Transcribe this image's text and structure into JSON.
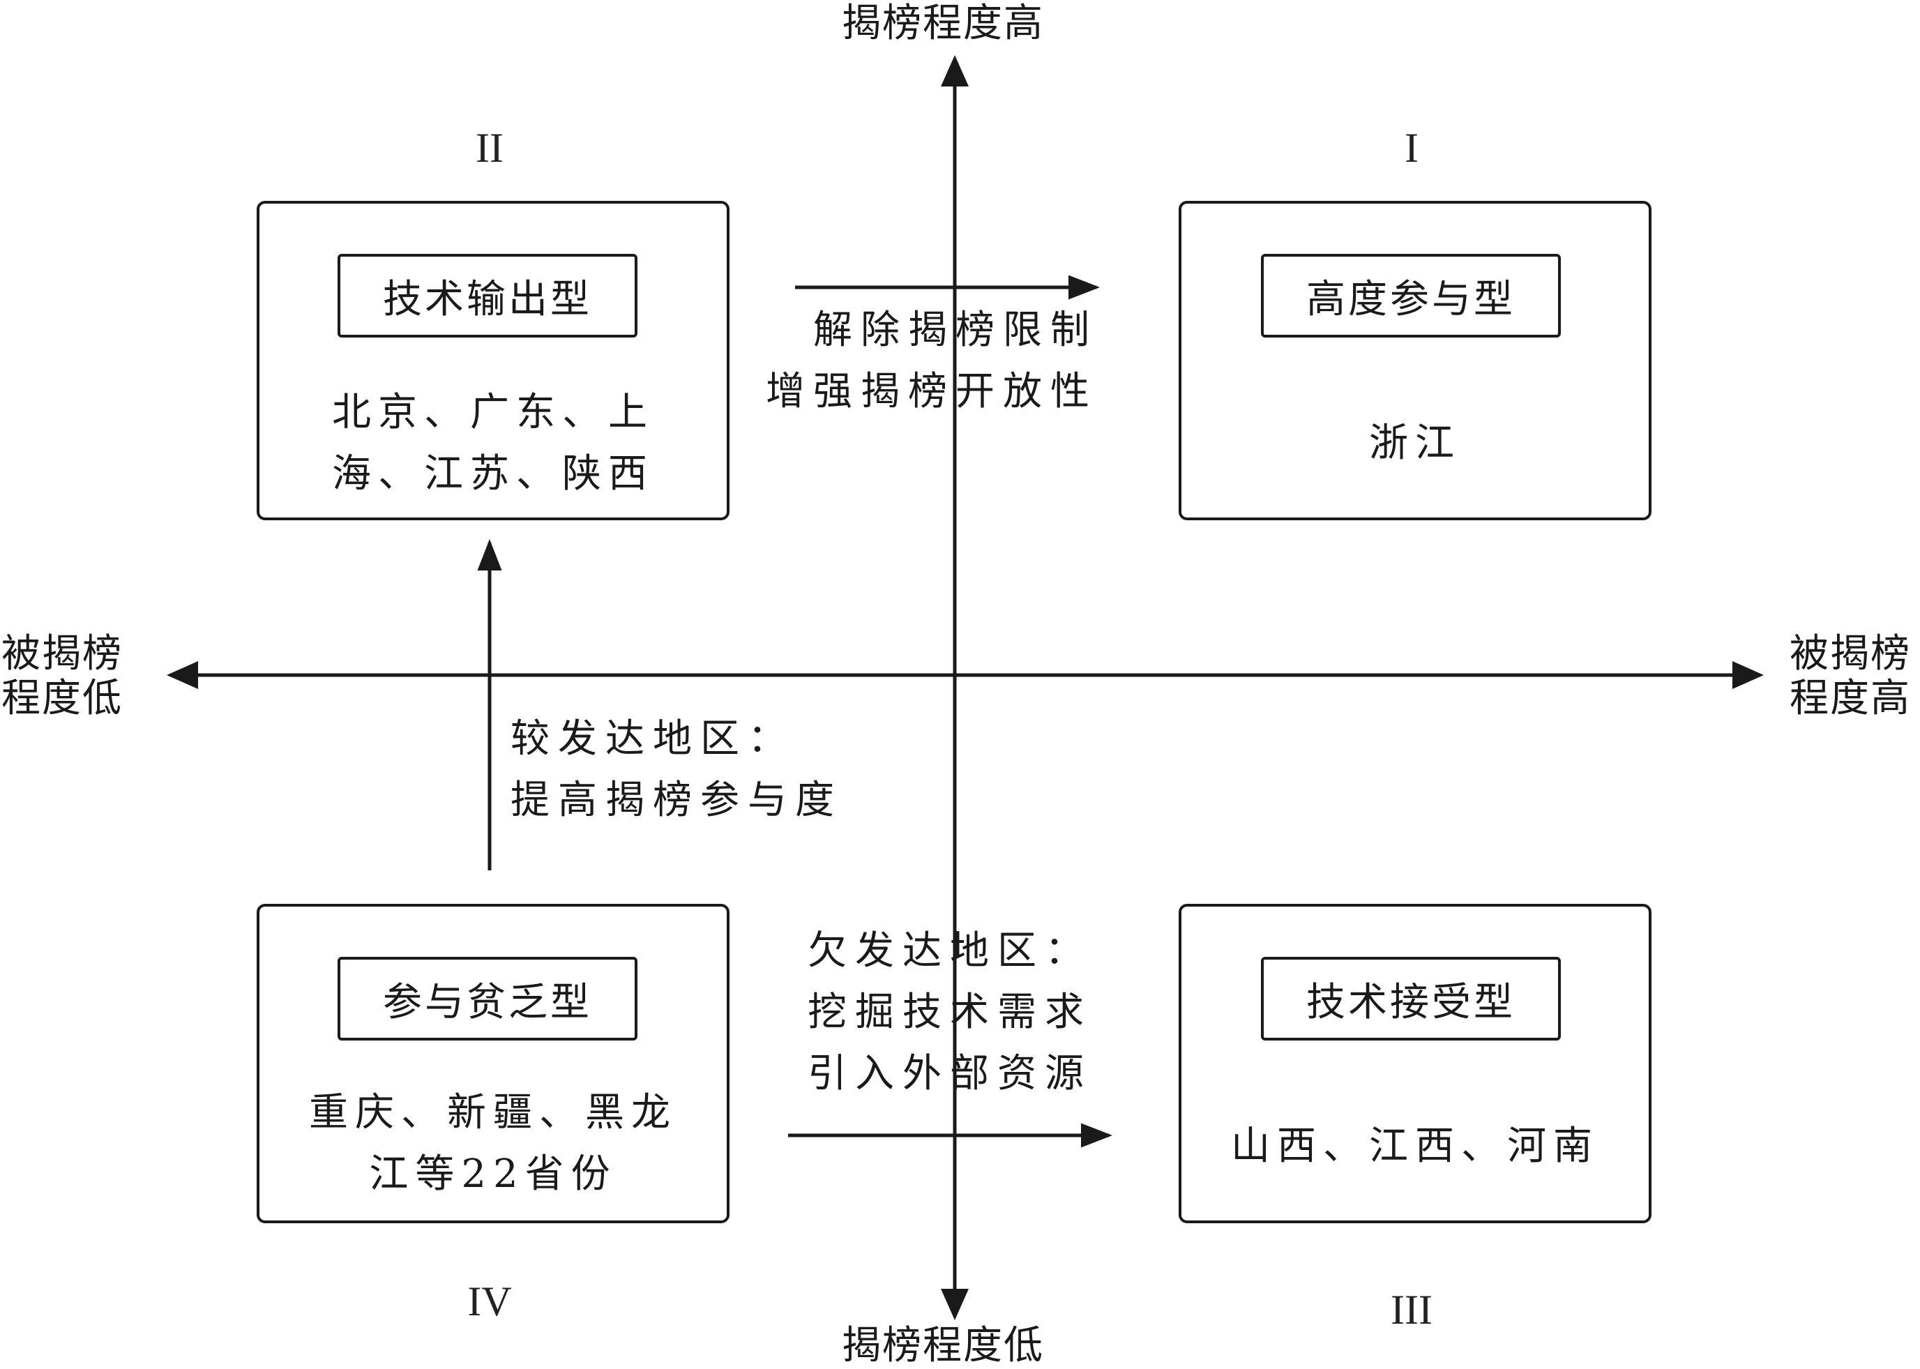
{
  "axes": {
    "vertical_top": "揭榜程度高",
    "vertical_bottom": "揭榜程度低",
    "horizontal_left": [
      "被揭榜",
      "程度低"
    ],
    "horizontal_right": [
      "被揭榜",
      "程度高"
    ]
  },
  "quadrants": {
    "q1": {
      "numeral": "I",
      "type": "高度参与型",
      "members": [
        "浙江"
      ]
    },
    "q2": {
      "numeral": "II",
      "type": "技术输出型",
      "members": [
        "北京、广东、上",
        "海、江苏、陕西"
      ]
    },
    "q3": {
      "numeral": "III",
      "type": "技术接受型",
      "members": [
        "山西、江西、河南"
      ]
    },
    "q4": {
      "numeral": "IV",
      "type": "参与贫乏型",
      "members": [
        "重庆、新疆、黑龙",
        "江等22省份"
      ]
    }
  },
  "transitions": {
    "top": [
      "解除揭榜限制",
      "增强揭榜开放性"
    ],
    "left": [
      "较发达地区：",
      "提高揭榜参与度"
    ],
    "bottom": [
      "欠发达地区：",
      "挖掘技术需求",
      "引入外部资源"
    ]
  },
  "colors": {
    "line": "#1a1a1a",
    "background": "#ffffff"
  }
}
